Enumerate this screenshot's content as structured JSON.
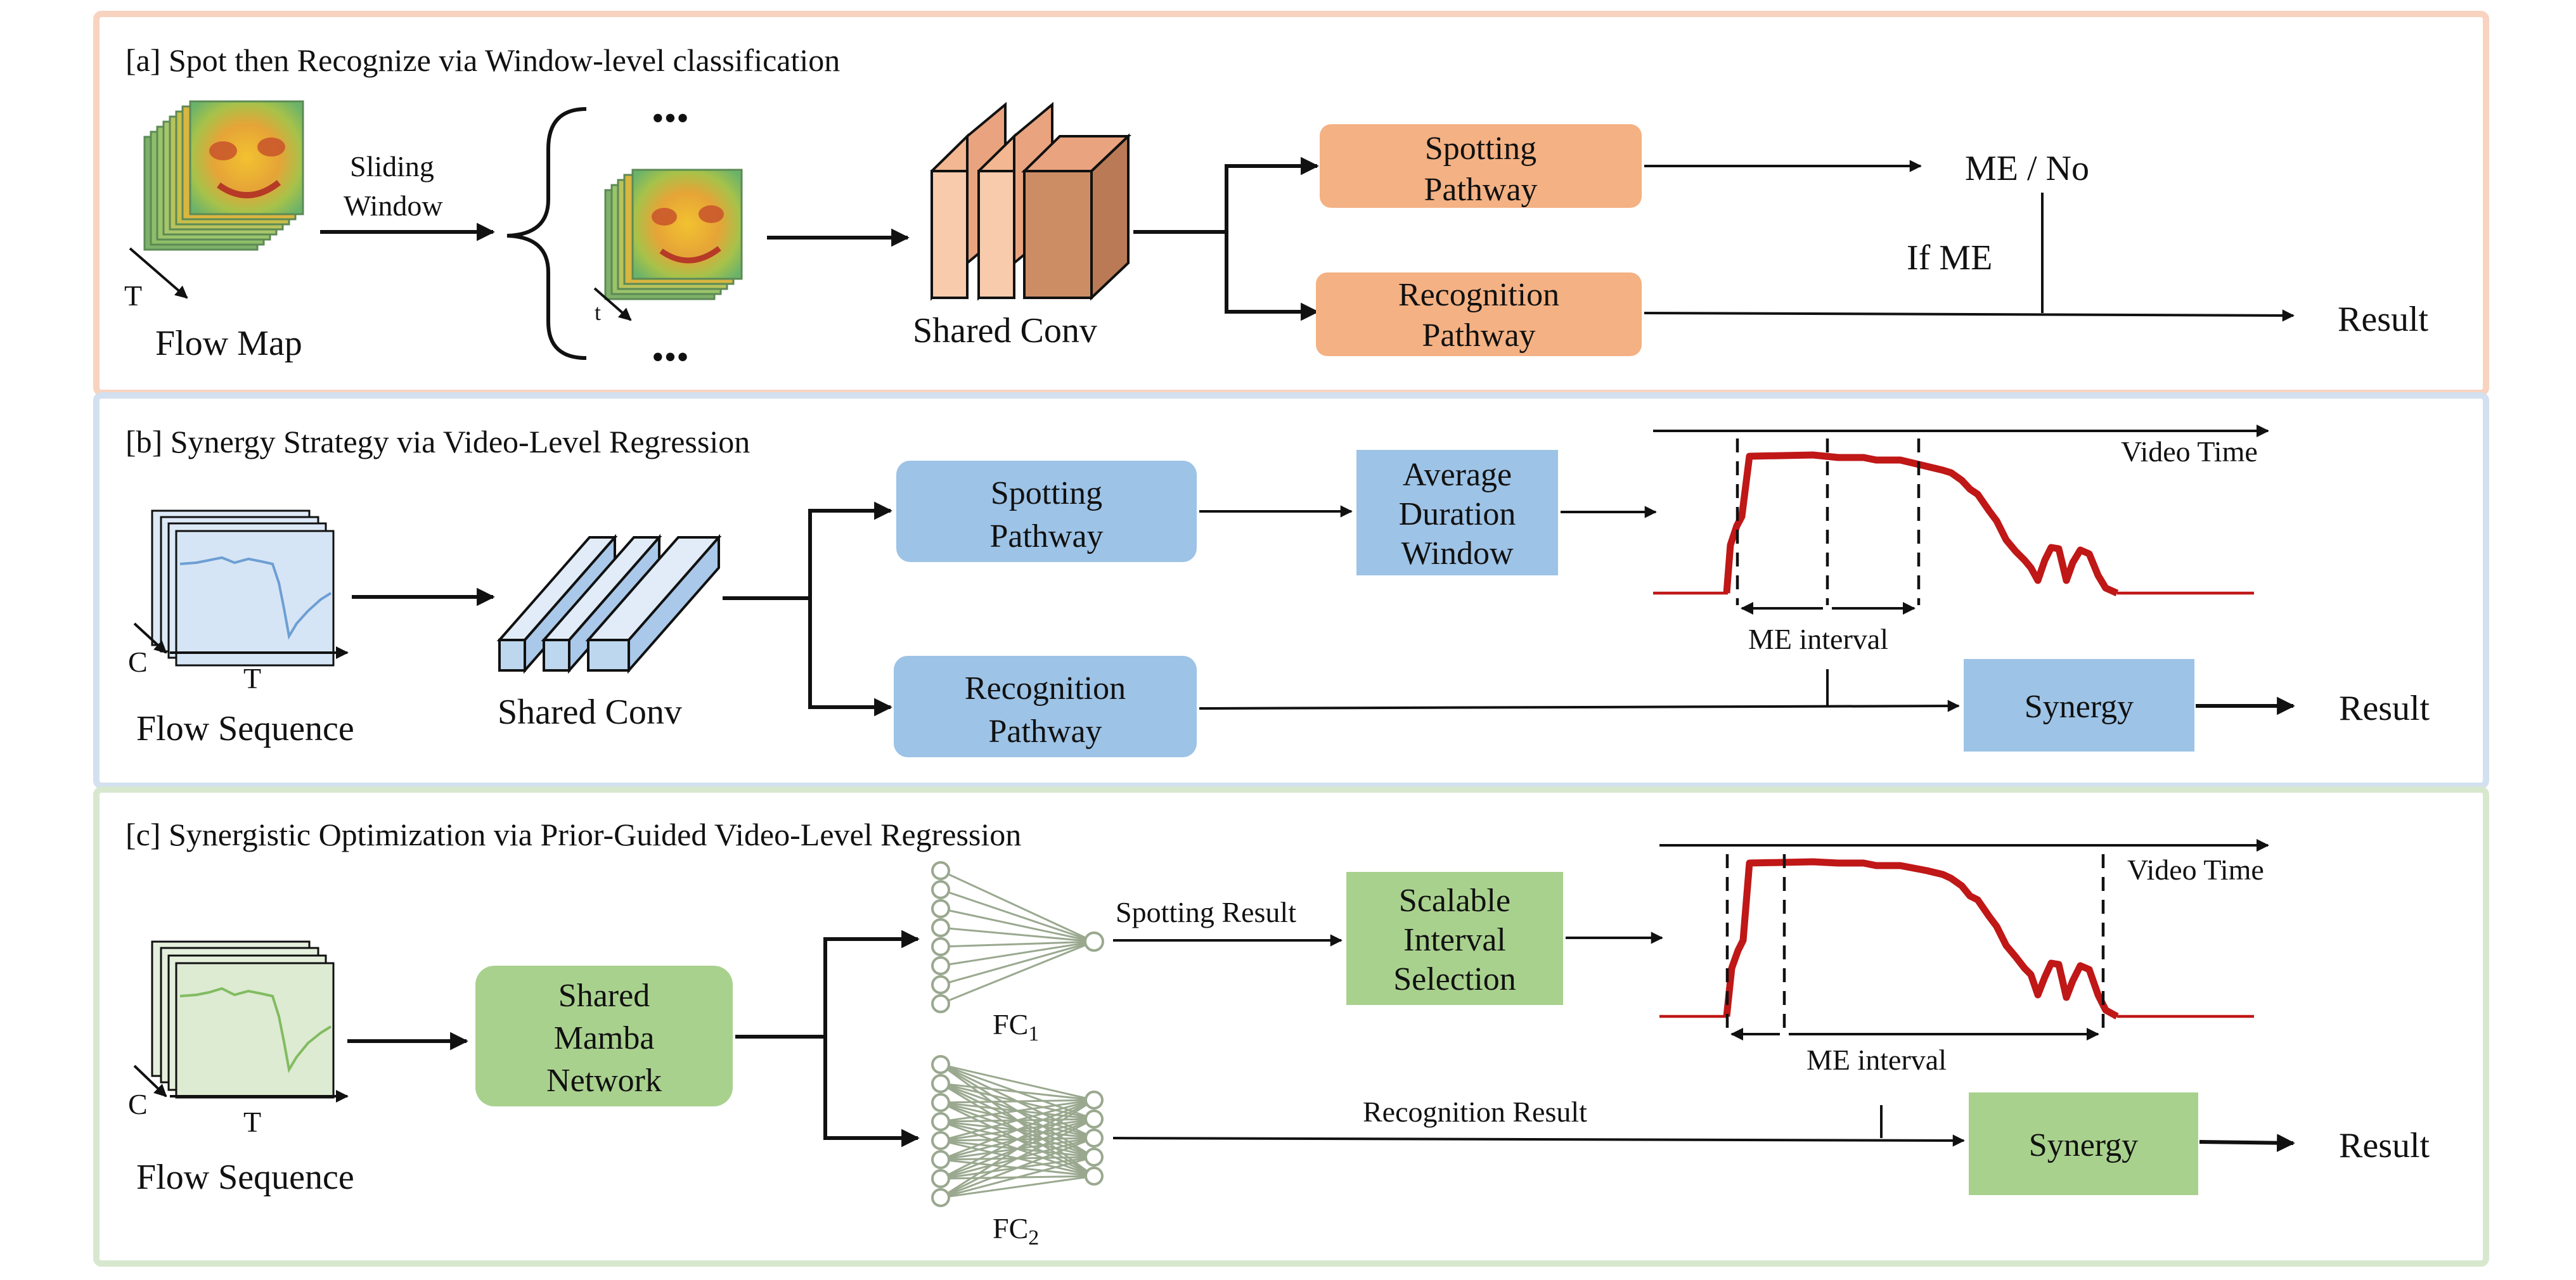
{
  "panels": {
    "a": {
      "title": "[a] Spot then Recognize via Window-level classification",
      "flow_map_label": "Flow Map",
      "flow_map_axis": "T",
      "sliding_window_line1": "Sliding",
      "sliding_window_line2": "Window",
      "ellipsis": "•••",
      "window_axis": "t",
      "shared_conv_label": "Shared Conv",
      "spotting_line1": "Spotting",
      "spotting_line2": "Pathway",
      "recognition_line1": "Recognition",
      "recognition_line2": "Pathway",
      "me_no": "ME / No",
      "if_me": "If ME",
      "result": "Result"
    },
    "b": {
      "title": "[b] Synergy Strategy via Video-Level Regression",
      "flow_sequence_label": "Flow Sequence",
      "axis_c": "C",
      "axis_t": "T",
      "shared_conv_label": "Shared Conv",
      "spotting_line1": "Spotting",
      "spotting_line2": "Pathway",
      "recognition_line1": "Recognition",
      "recognition_line2": "Pathway",
      "avg_line1": "Average",
      "avg_line2": "Duration",
      "avg_line3": "Window",
      "video_time": "Video Time",
      "me_interval": "ME interval",
      "synergy": "Synergy",
      "result": "Result"
    },
    "c": {
      "title": "[c] Synergistic Optimization via Prior-Guided Video-Level Regression",
      "flow_sequence_label": "Flow Sequence",
      "axis_c": "C",
      "axis_t": "T",
      "mamba_line1": "Shared",
      "mamba_line2": "Mamba",
      "mamba_line3": "Network",
      "fc1_base": "FC",
      "fc1_sub": "1",
      "fc2_base": "FC",
      "fc2_sub": "2",
      "spotting_result": "Spotting Result",
      "recognition_result": "Recognition Result",
      "scalable_line1": "Scalable",
      "scalable_line2": "Interval",
      "scalable_line3": "Selection",
      "video_time": "Video Time",
      "me_interval": "ME interval",
      "synergy": "Synergy",
      "result": "Result"
    }
  },
  "colors": {
    "panel_a_border": "#f7d3c0",
    "panel_b_border": "#d2e0ef",
    "panel_c_border": "#d8e8cf",
    "orange_box": "#f4b183",
    "blue_box": "#9dc3e6",
    "green_box": "#a9d18e",
    "conv_orange": "#f8cbad",
    "conv_blue": "#bdd7ee",
    "curve_red": "#c01717"
  },
  "icons": {
    "flow_map": "optical-flow-map-stack",
    "flow_sequence": "flow-sequence-plot-stack",
    "conv": "convolution-layers",
    "fc": "fully-connected-network",
    "signal": "spotting-signal-curve"
  }
}
